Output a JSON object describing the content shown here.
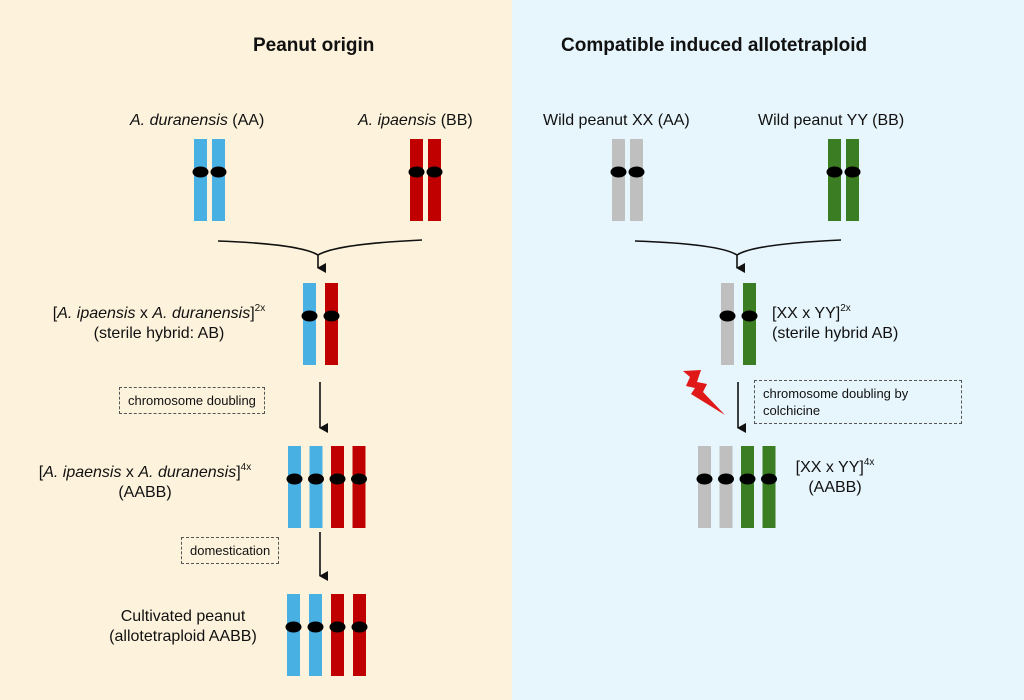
{
  "colors": {
    "left_bg": "#fdf3dc",
    "right_bg": "#e7f5fc",
    "chrom_A_blue": "#48b0e3",
    "chrom_B_red": "#c00000",
    "chrom_X_gray": "#bfbfbf",
    "chrom_Y_green": "#3a7d22",
    "centromere": "#000000",
    "bolt_red": "#e02020"
  },
  "left": {
    "title": "Peanut origin",
    "parent1": {
      "species": "A. duranensis",
      "genome": "(AA)",
      "chromosomes": [
        "A",
        "A"
      ]
    },
    "parent2": {
      "species": "A. ipaensis",
      "genome": "(BB)",
      "chromosomes": [
        "B",
        "B"
      ]
    },
    "hybrid": {
      "open_bracket": "[",
      "species1": "A. ipaensis",
      "cross": " x ",
      "species2": "A. duranensis",
      "close_bracket": "]",
      "ploidy": "2x",
      "note": "(sterile hybrid: AB)",
      "chromosomes": [
        "A",
        "B"
      ]
    },
    "step1_label": "chromosome doubling",
    "tetraploid": {
      "open_bracket": "[",
      "species1": "A. ipaensis",
      "cross": " x ",
      "species2": "A. duranensis",
      "close_bracket": "]",
      "ploidy": "4x",
      "note": "(AABB)",
      "chromosomes": [
        "A",
        "A",
        "B",
        "B"
      ]
    },
    "step2_label": "domestication",
    "cultivated": {
      "line1": "Cultivated peanut",
      "line2": "(allotetraploid AABB)",
      "chromosomes": [
        "A",
        "A",
        "B",
        "B"
      ]
    }
  },
  "right": {
    "title": "Compatible induced allotetraploid",
    "parent1": {
      "label": "Wild peanut XX (AA)",
      "chromosomes": [
        "X",
        "X"
      ]
    },
    "parent2": {
      "label": "Wild peanut YY (BB)",
      "chromosomes": [
        "Y",
        "Y"
      ]
    },
    "hybrid": {
      "label": "[XX x YY]",
      "ploidy": "2x",
      "note": "(sterile hybrid AB)",
      "chromosomes": [
        "X",
        "Y"
      ]
    },
    "step1_label_line1": "chromosome doubling by",
    "step1_label_line2": "colchicine",
    "bolt_icon": "lightning-bolt",
    "tetraploid": {
      "label": "[XX x YY]",
      "ploidy": "4x",
      "note": "(AABB)",
      "chromosomes": [
        "X",
        "X",
        "Y",
        "Y"
      ]
    }
  }
}
